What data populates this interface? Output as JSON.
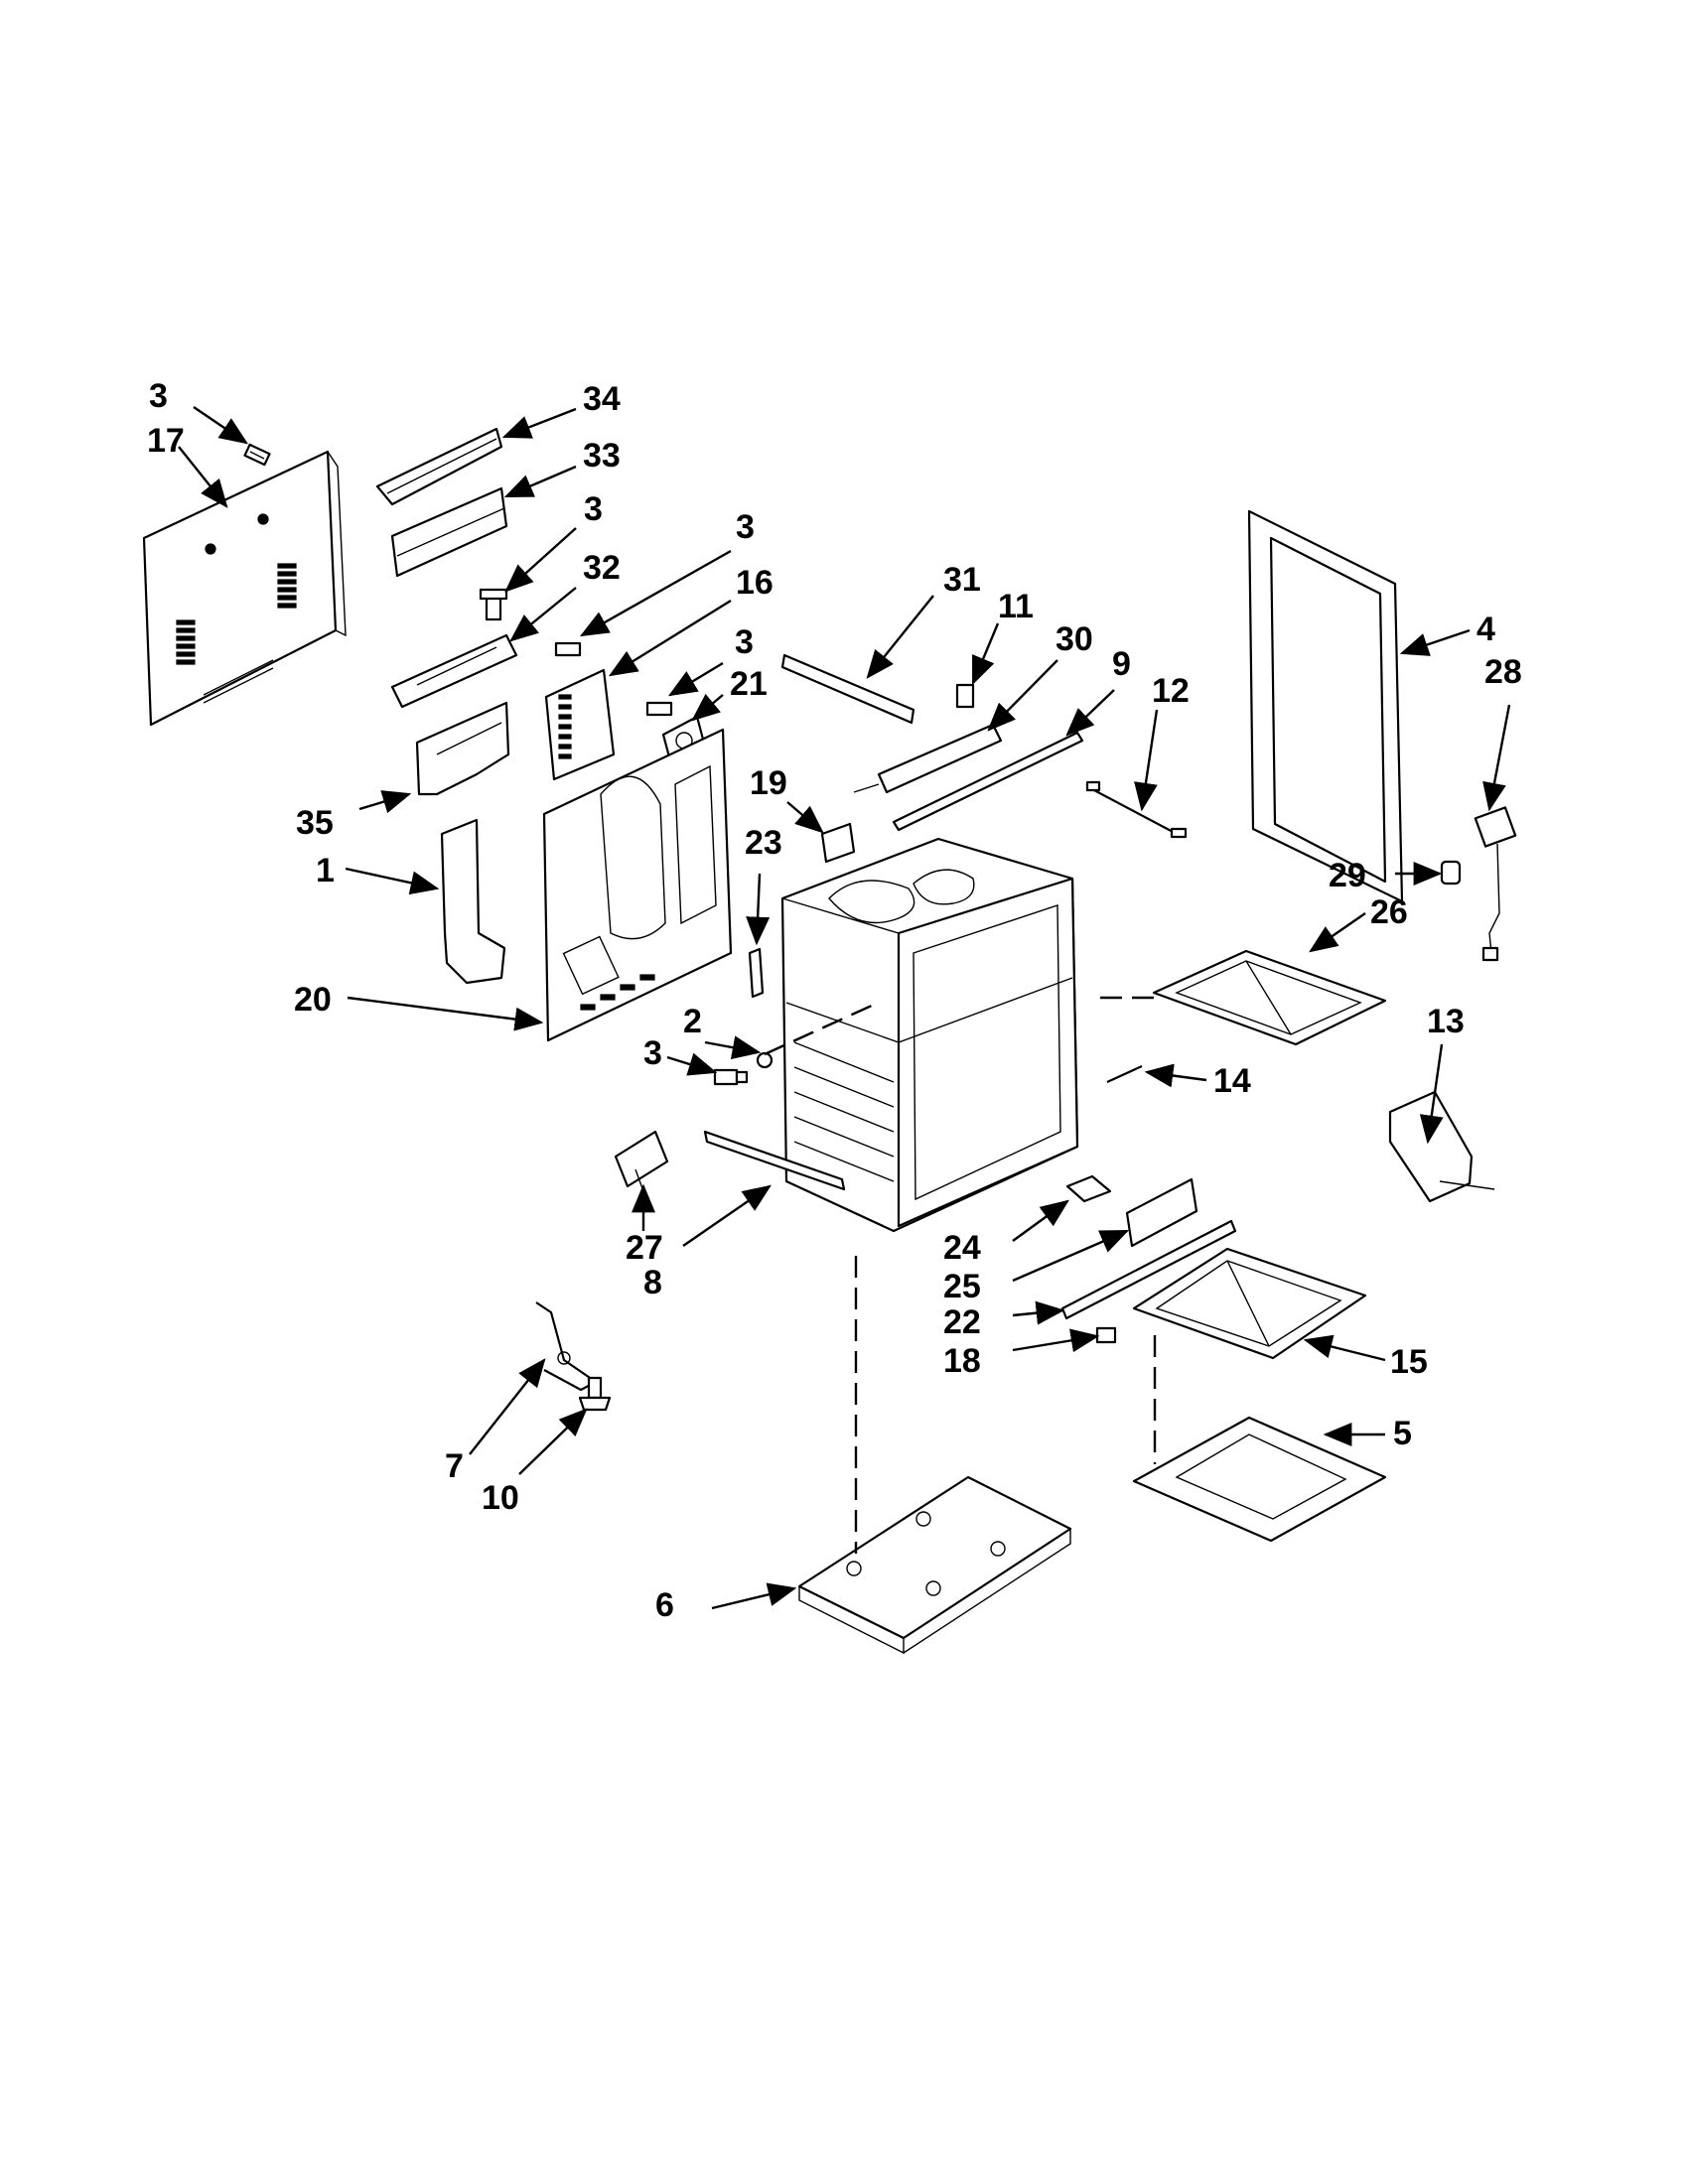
{
  "callouts": [
    {
      "id": "c-3a",
      "text": "3"
    },
    {
      "id": "c-17",
      "text": "17"
    },
    {
      "id": "c-34",
      "text": "34"
    },
    {
      "id": "c-33",
      "text": "33"
    },
    {
      "id": "c-3b",
      "text": "3"
    },
    {
      "id": "c-32",
      "text": "32"
    },
    {
      "id": "c-3c",
      "text": "3"
    },
    {
      "id": "c-16",
      "text": "16"
    },
    {
      "id": "c-3d",
      "text": "3"
    },
    {
      "id": "c-21",
      "text": "21"
    },
    {
      "id": "c-31",
      "text": "31"
    },
    {
      "id": "c-11",
      "text": "11"
    },
    {
      "id": "c-30",
      "text": "30"
    },
    {
      "id": "c-9",
      "text": "9"
    },
    {
      "id": "c-12",
      "text": "12"
    },
    {
      "id": "c-4",
      "text": "4"
    },
    {
      "id": "c-28",
      "text": "28"
    },
    {
      "id": "c-35",
      "text": "35"
    },
    {
      "id": "c-1",
      "text": "1"
    },
    {
      "id": "c-19",
      "text": "19"
    },
    {
      "id": "c-23",
      "text": "23"
    },
    {
      "id": "c-29",
      "text": "29"
    },
    {
      "id": "c-26",
      "text": "26"
    },
    {
      "id": "c-20",
      "text": "20"
    },
    {
      "id": "c-2",
      "text": "2"
    },
    {
      "id": "c-3e",
      "text": "3"
    },
    {
      "id": "c-13",
      "text": "13"
    },
    {
      "id": "c-14",
      "text": "14"
    },
    {
      "id": "c-27",
      "text": "27"
    },
    {
      "id": "c-8",
      "text": "8"
    },
    {
      "id": "c-24",
      "text": "24"
    },
    {
      "id": "c-25",
      "text": "25"
    },
    {
      "id": "c-22",
      "text": "22"
    },
    {
      "id": "c-18",
      "text": "18"
    },
    {
      "id": "c-15",
      "text": "15"
    },
    {
      "id": "c-5",
      "text": "5"
    },
    {
      "id": "c-7",
      "text": "7"
    },
    {
      "id": "c-10",
      "text": "10"
    },
    {
      "id": "c-6",
      "text": "6"
    }
  ]
}
